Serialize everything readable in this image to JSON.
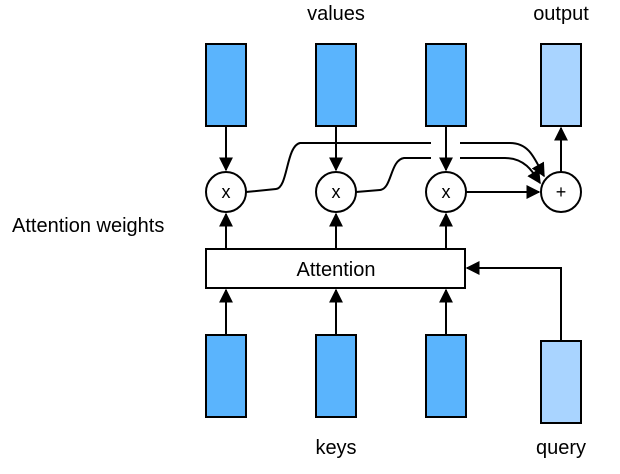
{
  "labels": {
    "values": "values",
    "output": "output",
    "keys": "keys",
    "query": "query",
    "attention_weights": "Attention weights",
    "attention": "Attention"
  },
  "operators": {
    "multiply": "x",
    "add": "+"
  },
  "colors": {
    "value_key_block": "#5ab4fd",
    "query_output_block": "#a9d4ff",
    "stroke": "#000000",
    "background": "#ffffff"
  }
}
